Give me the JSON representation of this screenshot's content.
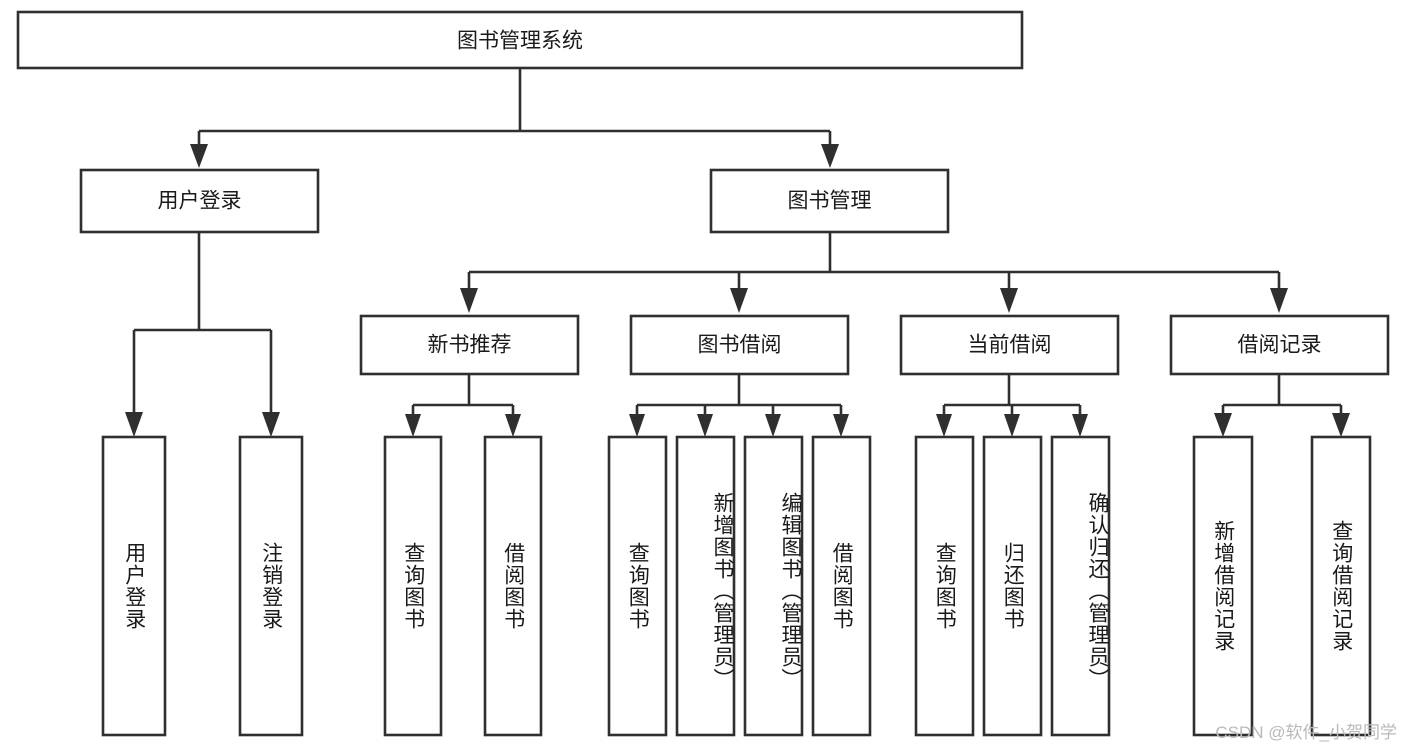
{
  "diagram": {
    "title": "图书管理系统",
    "type": "tree-hierarchy",
    "watermark": "CSDN @软件_小贺同学",
    "colors": {
      "stroke": "#2f2f2f",
      "box_fill": "#ffffff",
      "text": "#1a1a1a",
      "background": "#ffffff",
      "watermark": "#b9b9b9"
    },
    "root": {
      "label": "图书管理系统"
    },
    "level2": [
      {
        "label": "用户登录"
      },
      {
        "label": "图书管理"
      }
    ],
    "level3": [
      {
        "label": "新书推荐"
      },
      {
        "label": "图书借阅"
      },
      {
        "label": "当前借阅"
      },
      {
        "label": "借阅记录"
      }
    ],
    "leaves": {
      "user_login": [
        {
          "label": "用户登录"
        },
        {
          "label": "注销登录"
        }
      ],
      "new_book_recommend": [
        {
          "label": "查询图书"
        },
        {
          "label": "借阅图书"
        }
      ],
      "book_borrow": [
        {
          "label": "查询图书"
        },
        {
          "label": "新增图书（管理员）"
        },
        {
          "label": "编辑图书（管理员）"
        },
        {
          "label": "借阅图书"
        }
      ],
      "current_borrow": [
        {
          "label": "查询图书"
        },
        {
          "label": "归还图书"
        },
        {
          "label": "确认归还（管理员）"
        }
      ],
      "borrow_records": [
        {
          "label": "新增借阅记录"
        },
        {
          "label": "查询借阅记录"
        }
      ]
    }
  }
}
